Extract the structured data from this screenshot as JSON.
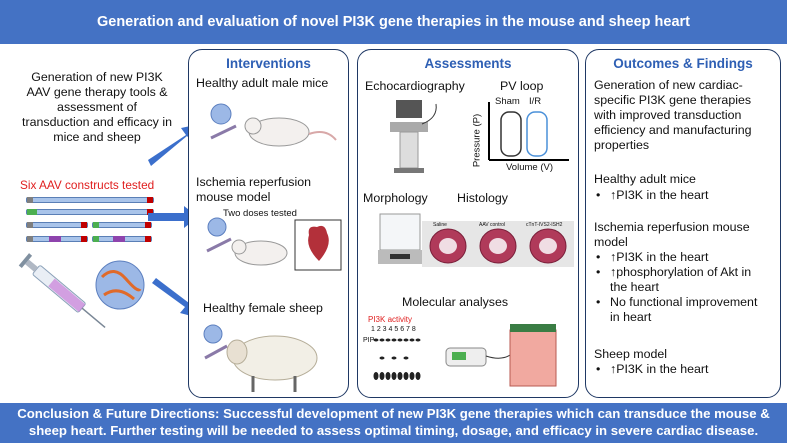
{
  "header": {
    "title": "Generation and evaluation of novel PI3K gene therapies in the mouse and sheep heart"
  },
  "left": {
    "intro": "Generation of new PI3K AAV gene therapy tools & assessment of transduction and efficacy in mice and sheep",
    "constructs_label": "Six AAV constructs tested"
  },
  "interventions": {
    "title": "Interventions",
    "item1": "Healthy adult male mice",
    "item2": "Ischemia reperfusion mouse model",
    "item2_sub": "Two doses tested",
    "item3": "Healthy female sheep"
  },
  "assessments": {
    "title": "Assessments",
    "echo": "Echocardiography",
    "pv_loop": "PV loop",
    "pv_ylabel": "Pressure (P)",
    "pv_xlabel": "Volume (V)",
    "pv_sham": "Sham",
    "pv_ir": "I/R",
    "morphology": "Morphology",
    "histology": "Histology",
    "hist_labels": [
      "Saline",
      "AAV control",
      "cTnT-IVS2-ISH2"
    ],
    "molecular": "Molecular analyses",
    "pi3k_activity": "PI3K activity",
    "lane_numbers": "1 2 3 4 5 6 7 8",
    "pip": "PIP"
  },
  "outcomes": {
    "title": "Outcomes & Findings",
    "summary": "Generation of new cardiac-specific PI3K gene therapies with improved transduction efficiency and manufacturing properties",
    "healthy_heading": "Healthy adult mice",
    "healthy_b1": "↑PI3K in the heart",
    "ir_heading": "Ischemia reperfusion mouse model",
    "ir_b1": "↑PI3K in the heart",
    "ir_b2": "↑phosphorylation of Akt in the heart",
    "ir_b3": "No functional improvement in heart",
    "sheep_heading": "Sheep model",
    "sheep_b1": "↑PI3K in the heart"
  },
  "footer": {
    "text": "Conclusion & Future Directions: Successful development of new PI3K gene therapies which can transduce the mouse & sheep heart. Further testing will be needed to assess optimal timing, dosage, and efficacy in severe cardiac disease."
  },
  "colors": {
    "banner": "#4472c4",
    "panel_border": "#1f3864",
    "title_blue": "#2e5fb4",
    "arrow": "#3b6fcc",
    "accent_red": "#e02020"
  }
}
